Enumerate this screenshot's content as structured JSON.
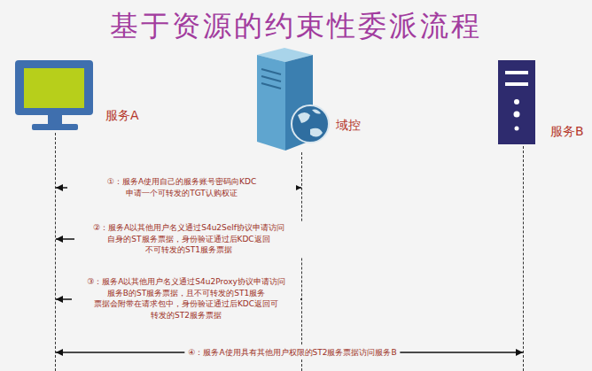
{
  "diagram": {
    "title": "基于资源的约束性委派流程",
    "nodes": [
      {
        "text": [
          "服务A"
        ]
      },
      {
        "text": [
          "域控"
        ]
      },
      {
        "text": [
          "服务B"
        ]
      }
    ],
    "edges": [
      {
        "from": 0,
        "to": 1,
        "arrow": "both",
        "label": "①：服务A使用自己的服务账号密码向KDC 申请一个可转发的TGT认购权证"
      },
      {
        "from": 0,
        "to": 1,
        "arrow": "both",
        "label": "②：服务A以其他用户名义通过S4u2Self协议申请访问 自身的ST服务票据，身份验证通过后KDC返回 不可转发的ST1服务票据"
      },
      {
        "from": 0,
        "to": 1,
        "arrow": "both",
        "label": "③：服务A以其他用户名义通过S4u2Proxy协议申请访问 服务B的ST服务票据，且不可转发的ST1服务 票据会附带在请求包中，身份验证通过后KDC返回可 转发的ST2服务票据"
      },
      {
        "from": 0,
        "to": 2,
        "arrow": "both",
        "label": "④：服务A使用具有其他用户权限的ST2服务票据访问服务B"
      }
    ]
  }
}
